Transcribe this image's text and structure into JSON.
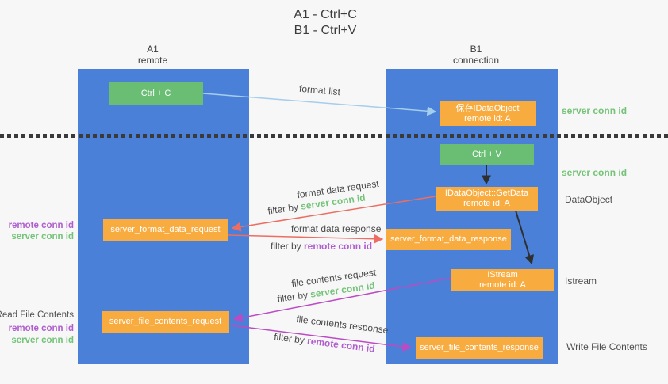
{
  "title": {
    "line1": "A1 - Ctrl+C",
    "line2": "B1 - Ctrl+V"
  },
  "lifelines": {
    "left": {
      "title": "A1",
      "subtitle": "remote"
    },
    "right": {
      "title": "B1",
      "subtitle": "connection"
    }
  },
  "nodes": {
    "ctrl_c": {
      "label": "Ctrl + C"
    },
    "save_idataobject": {
      "line1": "保存IDataObject",
      "line2": "remote id: A"
    },
    "ctrl_v": {
      "label": "Ctrl + V"
    },
    "idataobject_getdata": {
      "line1": "IDataObject::GetData",
      "line2": "remote id: A"
    },
    "server_format_data_request": {
      "label": "server_format_data_request"
    },
    "server_format_data_response": {
      "label": "server_format_data_response"
    },
    "istream": {
      "line1": "IStream",
      "line2": "remote id: A"
    },
    "server_file_contents_request": {
      "label": "server_file_contents_request"
    },
    "server_file_contents_response": {
      "label": "server_file_contents_response"
    }
  },
  "arrow_labels": {
    "format_list": "format list",
    "format_data_request": "format data request",
    "format_data_response": "format data response",
    "file_contents_request": "file contents request",
    "file_contents_response": "file contents response",
    "filter_by": "filter by "
  },
  "side_labels": {
    "server_conn_id": "server conn id",
    "remote_conn_id": "remote conn id",
    "dataobject": "DataObject",
    "istream": "Istream",
    "read_file_contents": "Read File Contents",
    "write_file_contents": "Write File Contents"
  },
  "colors": {
    "background": "#f7f7f7",
    "lifeline_blue": "#4a80d8",
    "node_orange": "#f8ac40",
    "node_green": "#6abe73",
    "text_green": "#74c378",
    "text_purple": "#b05ecf",
    "arrow_red": "#ed6d62",
    "arrow_magenta": "#bb4bc4",
    "arrow_lightblue": "#a5cdec",
    "arrow_black": "#2f2f2f"
  }
}
